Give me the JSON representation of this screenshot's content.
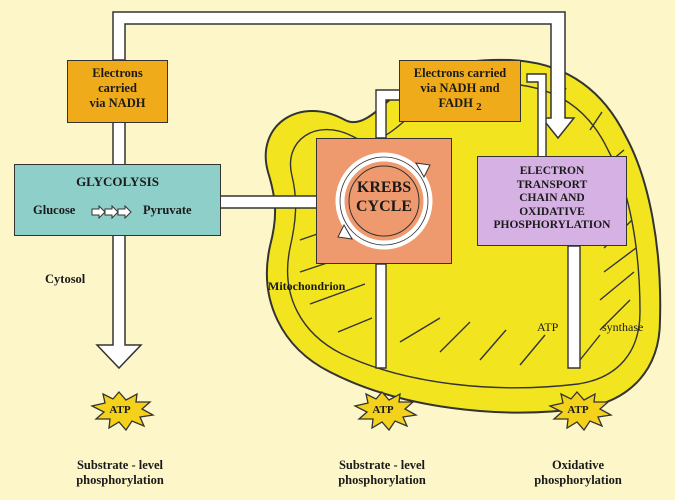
{
  "nadh_box": {
    "text": "Electrons\ncarried\nvia NADH"
  },
  "nadh_fadh_box": {
    "line1": "Electrons carried",
    "line2": "via NADH and",
    "line3": "FADH",
    "subscript": "2"
  },
  "glycolysis": {
    "title": "GLYCOLYSIS",
    "glucose": "Glucose",
    "pyruvate": "Pyruvate"
  },
  "krebs": {
    "text": "KREBS\nCYCLE"
  },
  "etc": {
    "text": "ELECTRON\nTRANSPORT\nCHAIN AND\nOXIDATIVE\nPHOSPHORYLATION"
  },
  "labels": {
    "cytosol": "Cytosol",
    "mitochondrion": "Mitochondrion",
    "atp_synthase_left": "ATP",
    "atp_synthase_right": "synthase"
  },
  "atp_bursts": [
    {
      "text": "ATP",
      "caption": "Substrate - level\nphosphorylation"
    },
    {
      "text": "ATP",
      "caption": "Substrate - level\nphosphorylation"
    },
    {
      "text": "ATP",
      "caption": "Oxidative\nphosphorylation"
    }
  ],
  "colors": {
    "background": "#fcf6c8",
    "mitochondrion_fill": "#f2e520",
    "orange_box": "#f0ab1a",
    "glycolysis_box": "#8ecfc9",
    "krebs_box": "#ef9a6e",
    "etc_box": "#d6b1e4",
    "atp_burst": "#f4d21c"
  }
}
